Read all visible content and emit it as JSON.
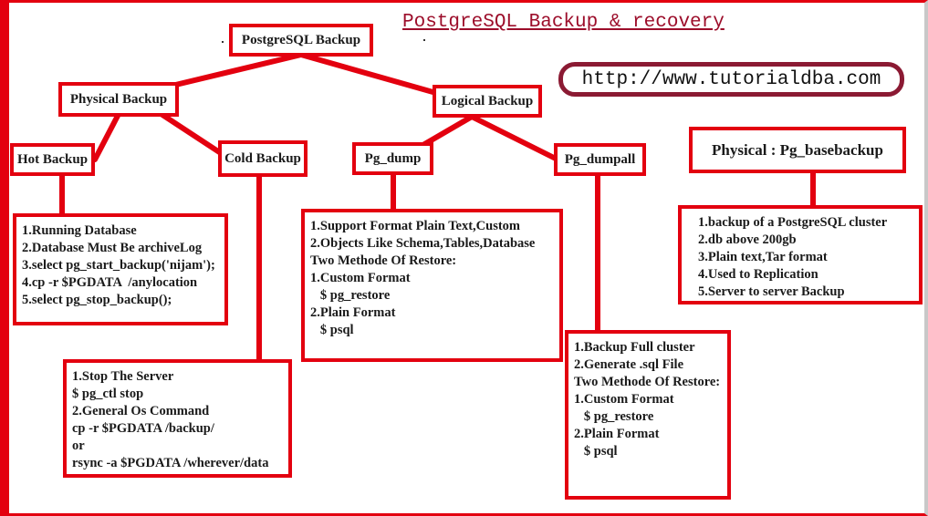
{
  "title": "PostgreSQL Backup & recovery",
  "website": "http://www.tutorialdba.com",
  "colors": {
    "accent": "#e3000f",
    "title": "#9c0d2a",
    "badge_border": "#8b1a33"
  },
  "nodes": {
    "root": "PostgreSQL Backup",
    "physical": "Physical Backup",
    "logical": "Logical Backup",
    "hot": "Hot Backup",
    "cold": "Cold Backup",
    "pg_dump": "Pg_dump",
    "pg_dumpall": "Pg_dumpall",
    "basebackup": "Physical : Pg_basebackup"
  },
  "details": {
    "hot": [
      "1.Running Database",
      "2.Database Must Be archiveLog",
      "3.select pg_start_backup('nijam');",
      "4.cp -r $PGDATA  /anylocation",
      "5.select pg_stop_backup();"
    ],
    "cold": [
      "1.Stop The Server",
      "$ pg_ctl stop",
      "2.General Os Command",
      "cp -r $PGDATA /backup/",
      "or",
      "rsync -a $PGDATA /wherever/data"
    ],
    "pg_dump": [
      "1.Support Format Plain Text,Custom",
      "2.Objects Like Schema,Tables,Database",
      "",
      "Two Methode Of Restore:",
      "1.Custom Format",
      "   $ pg_restore",
      "2.Plain Format",
      "   $ psql"
    ],
    "pg_dumpall": [
      "1.Backup Full cluster",
      "2.Generate .sql File",
      "",
      "Two Methode Of Restore:",
      "1.Custom Format",
      "   $ pg_restore",
      "2.Plain Format",
      "   $ psql"
    ],
    "basebackup": [
      "1.backup of a PostgreSQL cluster",
      "2.db above 200gb",
      "3.Plain text,Tar format",
      "4.Used to Replication",
      "5.Server to server Backup"
    ]
  }
}
